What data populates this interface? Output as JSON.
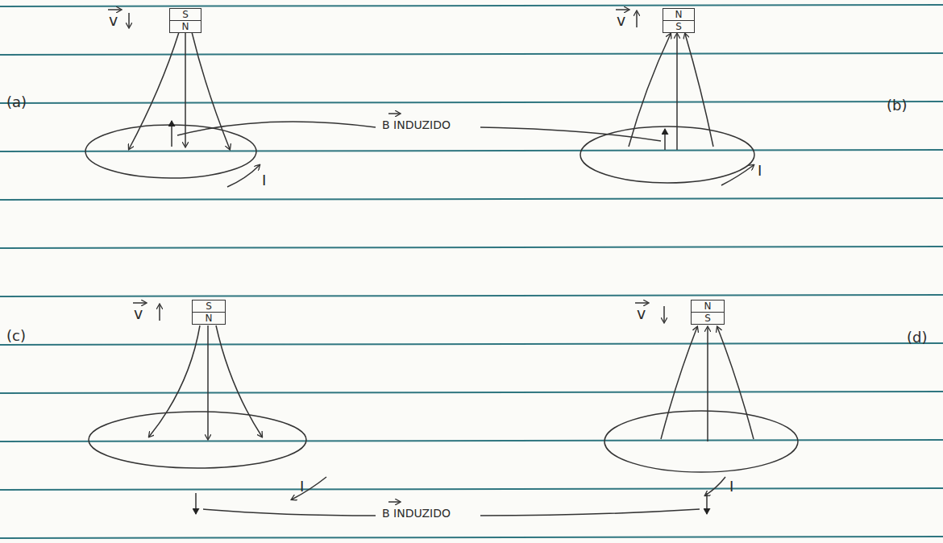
{
  "diagram": {
    "nodes": [
      {
        "text": [
          "S",
          "N"
        ]
      },
      {
        "text": [
          "N",
          "S"
        ]
      },
      {
        "text": [
          "S",
          "N"
        ]
      },
      {
        "text": [
          "N",
          "S"
        ]
      }
    ],
    "labels": [
      "(a)",
      "(b)",
      "(c)",
      "(d)",
      "v",
      "v",
      "v",
      "v",
      "B INDUZIDO",
      "B INDUZIDO",
      "I",
      "I",
      "I",
      "I"
    ]
  }
}
